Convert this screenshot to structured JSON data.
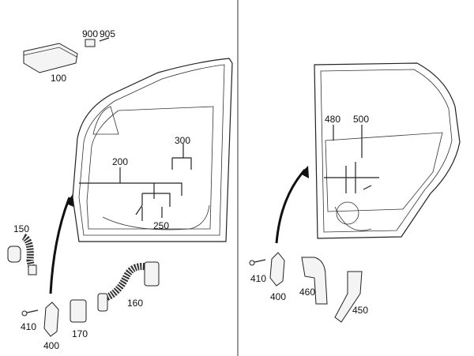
{
  "left_panel": {
    "labels": [
      "900",
      "905",
      "100",
      "300",
      "200",
      "250",
      "150",
      "410",
      "400",
      "170",
      "160"
    ]
  },
  "right_panel": {
    "labels": [
      "480",
      "500",
      "410",
      "400",
      "460",
      "450"
    ]
  }
}
